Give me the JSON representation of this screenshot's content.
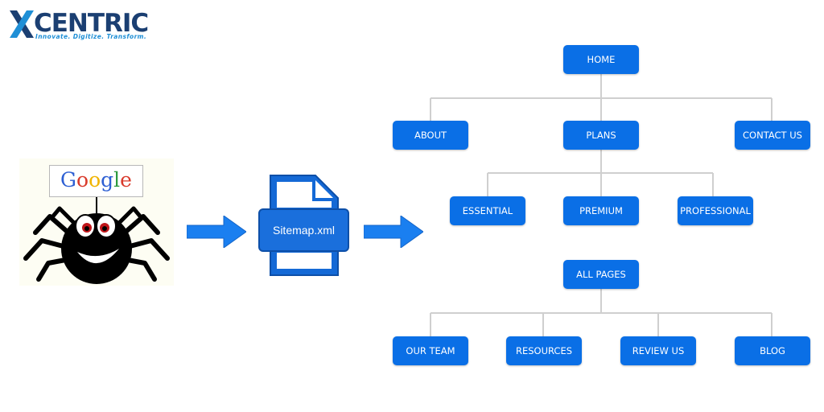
{
  "logo": {
    "name": "XCENTRIC",
    "tagline": "Innovate. Digitize. Transform."
  },
  "crawler": {
    "google_text": [
      "G",
      "o",
      "o",
      "g",
      "l",
      "e"
    ]
  },
  "sitemap_file": {
    "label": "Sitemap.xml"
  },
  "tree": {
    "home": "HOME",
    "about": "ABOUT",
    "plans": "PLANS",
    "contact": "CONTACT US",
    "essential": "ESSENTIAL",
    "premium": "PREMIUM",
    "professional": "PROFESSIONAL",
    "all_pages": "ALL PAGES",
    "our_team": "OUR TEAM",
    "resources": "RESOURCES",
    "review_us": "REVIEW US",
    "blog": "BLOG"
  },
  "colors": {
    "node_blue": "#0a6fe6",
    "arrow_blue": "#1a7ff0",
    "connector_gray": "#cfcfcf",
    "logo_navy": "#1b3f72",
    "logo_cyan": "#1f8fd6"
  }
}
